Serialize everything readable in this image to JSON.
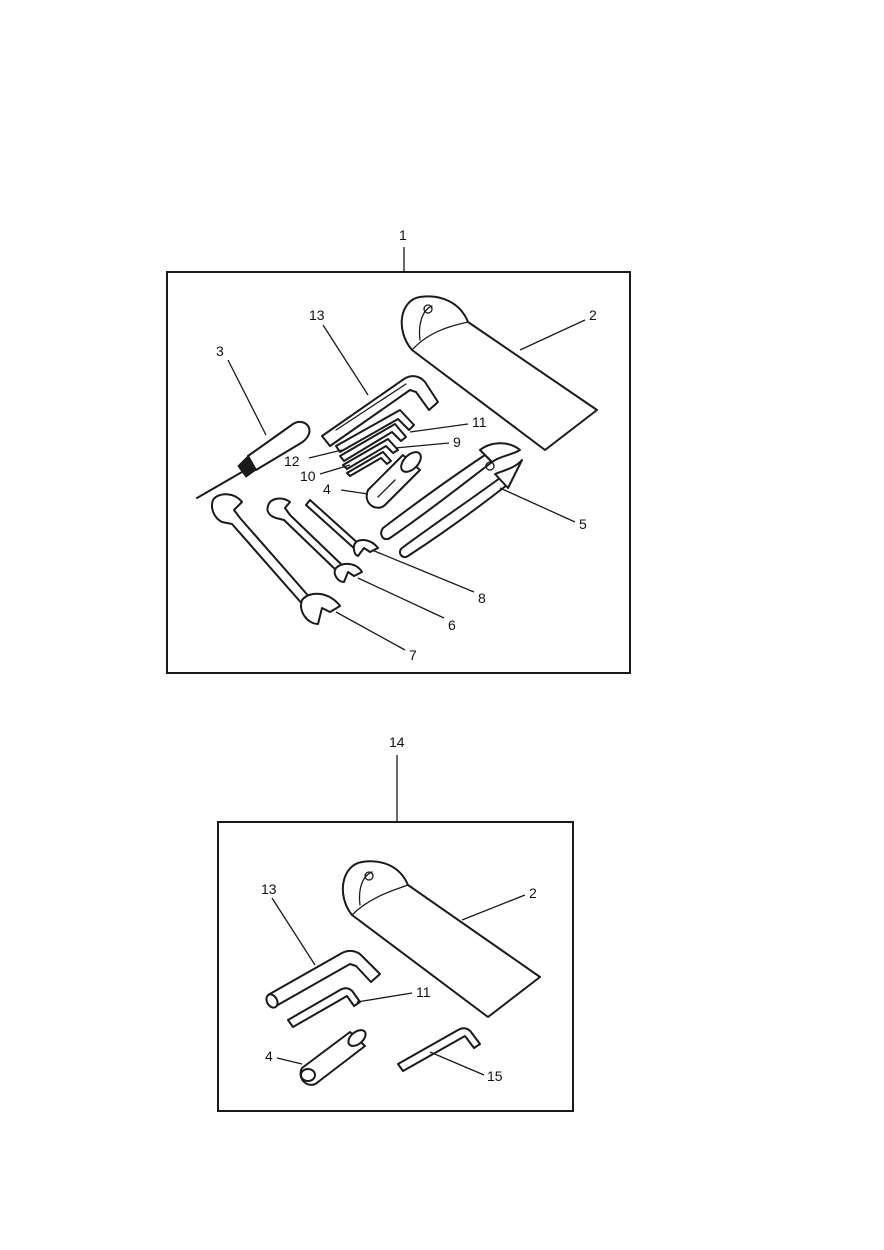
{
  "kit_a": {
    "callout": "1",
    "parts": {
      "roll": "2",
      "screwdriver": "3",
      "box_spanner": "4",
      "pliers": "5",
      "spanner_small": "6",
      "spanner_large": "7",
      "spanner_thin": "8",
      "hex_key_9": "9",
      "hex_key_10": "10",
      "hex_key_11": "11",
      "hex_key_12": "12",
      "hex_key_large": "13"
    }
  },
  "kit_b": {
    "callout": "14",
    "parts": {
      "roll": "2",
      "hex_key_large": "13",
      "hex_key_11": "11",
      "box_spanner": "4",
      "hex_key_15": "15"
    }
  }
}
